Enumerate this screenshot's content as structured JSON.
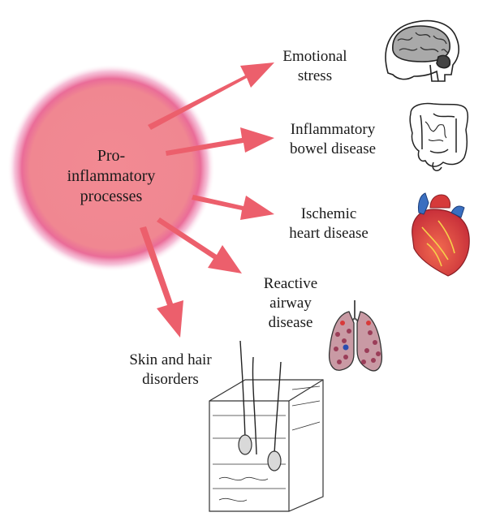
{
  "center": {
    "lines": [
      "Pro-",
      "inflammatory",
      "processes"
    ],
    "color": "#f08890"
  },
  "arrow_color": "#ec5f6c",
  "outcomes": [
    {
      "lines": [
        "Emotional",
        "stress"
      ],
      "icon": "brain-head-icon"
    },
    {
      "lines": [
        "Inflammatory",
        "bowel disease"
      ],
      "icon": "intestine-icon"
    },
    {
      "lines": [
        "Ischemic",
        "heart disease"
      ],
      "icon": "heart-icon"
    },
    {
      "lines": [
        "Reactive",
        "airway",
        "disease"
      ],
      "icon": "lungs-icon"
    },
    {
      "lines": [
        "Skin and hair",
        "disorders"
      ],
      "icon": "skin-hair-icon"
    }
  ]
}
